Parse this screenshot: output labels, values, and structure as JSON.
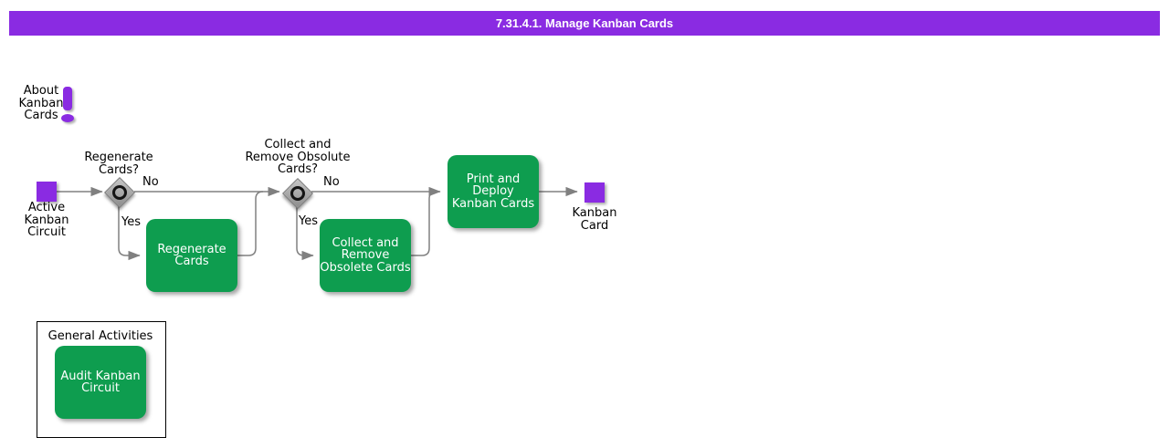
{
  "colors": {
    "title_bar": "#8A2BE2",
    "event_square": "#8A2BE2",
    "task_green": "#0E9D4F",
    "connector_gray": "#808080",
    "gateway_gray": "#A9A9A9"
  },
  "header": {
    "title": "7.31.4.1. Manage Kanban Cards"
  },
  "about": {
    "icon": "exclamation-icon",
    "label": "About\nKanban\nCards"
  },
  "flow": {
    "start_event": {
      "label": "Active\nKanban\nCircuit"
    },
    "gateway_regenerate": {
      "question": "Regenerate\nCards?",
      "no_label": "No",
      "yes_label": "Yes"
    },
    "task_regenerate": {
      "label": "Regenerate\nCards"
    },
    "gateway_collect": {
      "question": "Collect and\nRemove Obsolute\nCards?",
      "no_label": "No",
      "yes_label": "Yes"
    },
    "task_collect": {
      "label": "Collect and\nRemove\nObsolete Cards"
    },
    "task_print": {
      "label": "Print and Deploy\nKanban Cards"
    },
    "end_event": {
      "label": "Kanban\nCard"
    }
  },
  "general_activities": {
    "title": "General Activities",
    "task_audit": {
      "label": "Audit Kanban\nCircuit"
    }
  }
}
